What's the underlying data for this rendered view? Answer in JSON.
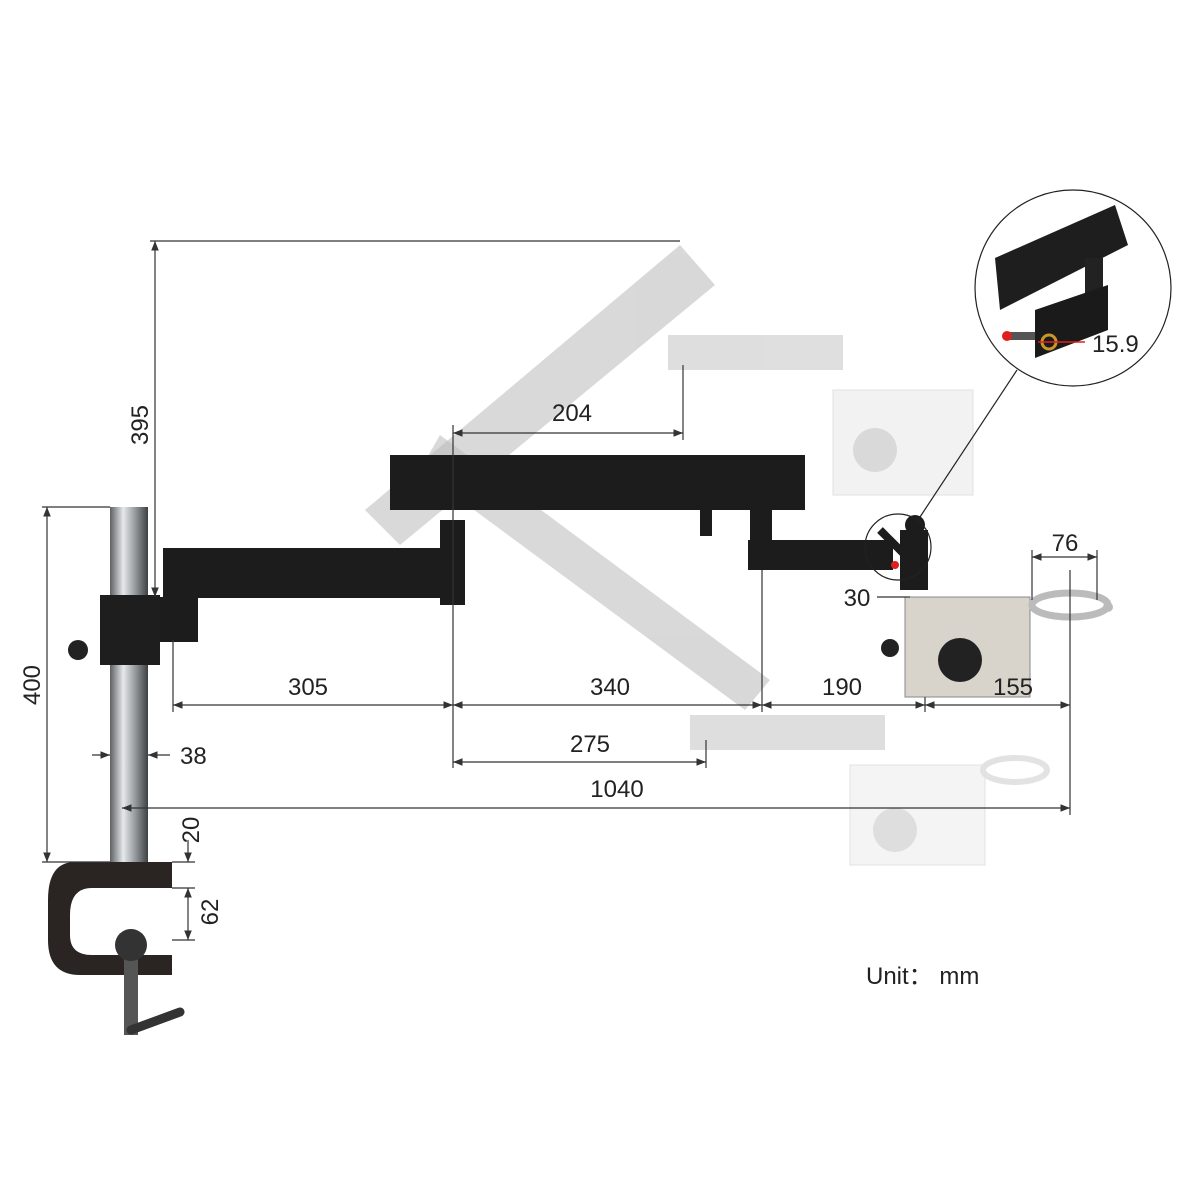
{
  "dimensions": {
    "overall_height_arm": "395",
    "pole_height": "400",
    "upper_offset": "204",
    "arm1_length": "305",
    "arm2_length": "340",
    "extension": "190",
    "holder_reach": "155",
    "offset_275": "275",
    "total_reach": "1040",
    "pole_diameter": "38",
    "clamp_top": "20",
    "clamp_opening": "62",
    "joint_diameter": "30",
    "holder_ring": "76",
    "post_diameter": "15.9"
  },
  "unit_label": "Unit： mm",
  "colors": {
    "arm": "#1c1c1c",
    "ghost": "#c8c8c8",
    "pole": "#9aa0a3",
    "holder": "#d8d4cc",
    "accent": "#e0201c"
  }
}
